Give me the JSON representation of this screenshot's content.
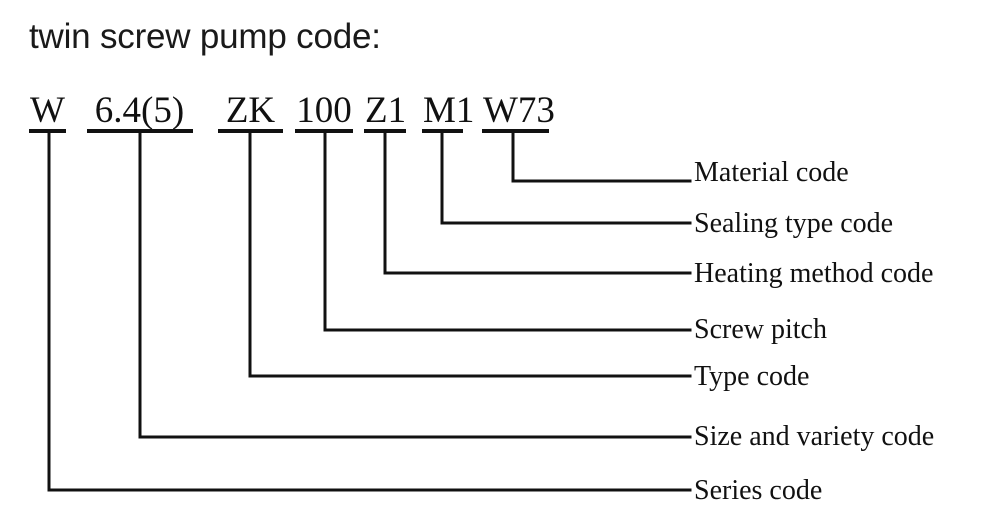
{
  "title": "twin screw pump code:",
  "diagram": {
    "type": "code-breakdown-callout",
    "segments": [
      {
        "key": "series",
        "text": "W",
        "label": "Series code"
      },
      {
        "key": "size",
        "text": "6.4(5)",
        "label": "Size and variety code"
      },
      {
        "key": "type",
        "text": "ZK",
        "label": "Type code"
      },
      {
        "key": "pitch",
        "text": "100",
        "label": "Screw pitch"
      },
      {
        "key": "heating",
        "text": "Z1",
        "label": "Heating method code"
      },
      {
        "key": "sealing",
        "text": "M1",
        "label": "Sealing type code"
      },
      {
        "key": "material",
        "text": "W73",
        "label": "Material code"
      }
    ],
    "full_code": "W 6.4(5) ZK 100 Z1 M1 W73",
    "colors": {
      "background": "#ffffff",
      "text": "#111111",
      "title": "#1a1a1a",
      "line": "#111111"
    }
  }
}
